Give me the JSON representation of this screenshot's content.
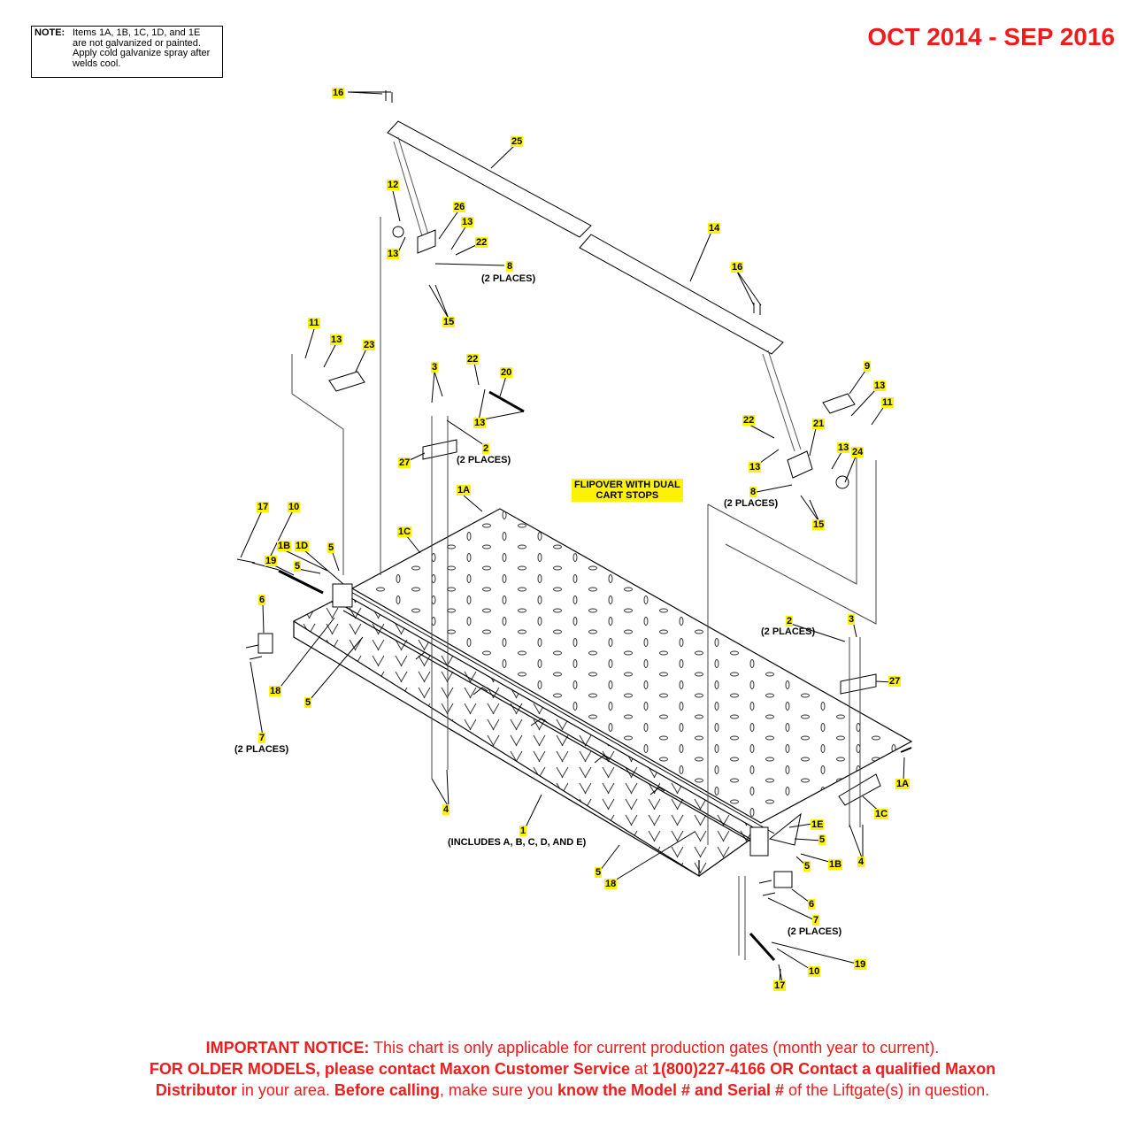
{
  "note": {
    "label": "NOTE:",
    "lines": [
      "Items 1A, 1B, 1C, 1D, and 1E",
      "are not galvanized or painted.",
      "Apply cold galvanize spray after",
      "welds cool."
    ]
  },
  "date_range": "OCT 2014 - SEP 2016",
  "assembly_label": [
    "FLIPOVER WITH DUAL",
    "CART STOPS"
  ],
  "includes_text": "(INCLUDES A, B, C, D, AND E)",
  "two_places": "(2 PLACES)",
  "callouts": [
    {
      "id": "c16a",
      "text": "16"
    },
    {
      "id": "c25",
      "text": "25"
    },
    {
      "id": "c12",
      "text": "12"
    },
    {
      "id": "c26",
      "text": "26"
    },
    {
      "id": "c13a",
      "text": "13"
    },
    {
      "id": "c22a",
      "text": "22"
    },
    {
      "id": "c13b",
      "text": "13"
    },
    {
      "id": "c8a",
      "text": "8"
    },
    {
      "id": "c15a",
      "text": "15"
    },
    {
      "id": "c14",
      "text": "14"
    },
    {
      "id": "c16b",
      "text": "16"
    },
    {
      "id": "c11a",
      "text": "11"
    },
    {
      "id": "c13c",
      "text": "13"
    },
    {
      "id": "c23",
      "text": "23"
    },
    {
      "id": "c3a",
      "text": "3"
    },
    {
      "id": "c22b",
      "text": "22"
    },
    {
      "id": "c20",
      "text": "20"
    },
    {
      "id": "c13d",
      "text": "13"
    },
    {
      "id": "c2a",
      "text": "2"
    },
    {
      "id": "c27a",
      "text": "27"
    },
    {
      "id": "c9",
      "text": "9"
    },
    {
      "id": "c13e",
      "text": "13"
    },
    {
      "id": "c11b",
      "text": "11"
    },
    {
      "id": "c22c",
      "text": "22"
    },
    {
      "id": "c21",
      "text": "21"
    },
    {
      "id": "c13f",
      "text": "13"
    },
    {
      "id": "c13g",
      "text": "13"
    },
    {
      "id": "c24",
      "text": "24"
    },
    {
      "id": "c8b",
      "text": "8"
    },
    {
      "id": "c15b",
      "text": "15"
    },
    {
      "id": "c1a_top",
      "text": "1A"
    },
    {
      "id": "c1c_top",
      "text": "1C"
    },
    {
      "id": "c17a",
      "text": "17"
    },
    {
      "id": "c10a",
      "text": "10"
    },
    {
      "id": "c1b_l",
      "text": "1B"
    },
    {
      "id": "c1d",
      "text": "1D"
    },
    {
      "id": "c5a",
      "text": "5"
    },
    {
      "id": "c19a",
      "text": "19"
    },
    {
      "id": "c5b",
      "text": "5"
    },
    {
      "id": "c6a",
      "text": "6"
    },
    {
      "id": "c18a",
      "text": "18"
    },
    {
      "id": "c5c",
      "text": "5"
    },
    {
      "id": "c7a",
      "text": "7"
    },
    {
      "id": "c2b",
      "text": "2"
    },
    {
      "id": "c3b",
      "text": "3"
    },
    {
      "id": "c27b",
      "text": "27"
    },
    {
      "id": "c1a_r",
      "text": "1A"
    },
    {
      "id": "c1c_r",
      "text": "1C"
    },
    {
      "id": "c4a",
      "text": "4"
    },
    {
      "id": "c1",
      "text": "1"
    },
    {
      "id": "c1e",
      "text": "1E"
    },
    {
      "id": "c5d",
      "text": "5"
    },
    {
      "id": "c5e",
      "text": "5"
    },
    {
      "id": "c1b_r",
      "text": "1B"
    },
    {
      "id": "c4b",
      "text": "4"
    },
    {
      "id": "c5f",
      "text": "5"
    },
    {
      "id": "c18b",
      "text": "18"
    },
    {
      "id": "c6b",
      "text": "6"
    },
    {
      "id": "c7b",
      "text": "7"
    },
    {
      "id": "c19b",
      "text": "19"
    },
    {
      "id": "c10b",
      "text": "10"
    },
    {
      "id": "c17b",
      "text": "17"
    }
  ],
  "notice": {
    "l1_bold": "IMPORTANT NOTICE:",
    "l1_rest": " This chart is only applicable for current production gates (month year to current).",
    "l2_b1": "FOR OLDER MODELS, please contact Maxon Customer Service",
    "l2_t1": " at ",
    "l2_b2": "1(800)227-4166 OR Contact a qualified Maxon",
    "l3_b1": "Distributor",
    "l3_t1": " in your area. ",
    "l3_b2": "Before calling",
    "l3_t2": ", make sure you ",
    "l3_b3": "know the Model # and Serial #",
    "l3_t3": " of the Liftgate(s) in question."
  }
}
